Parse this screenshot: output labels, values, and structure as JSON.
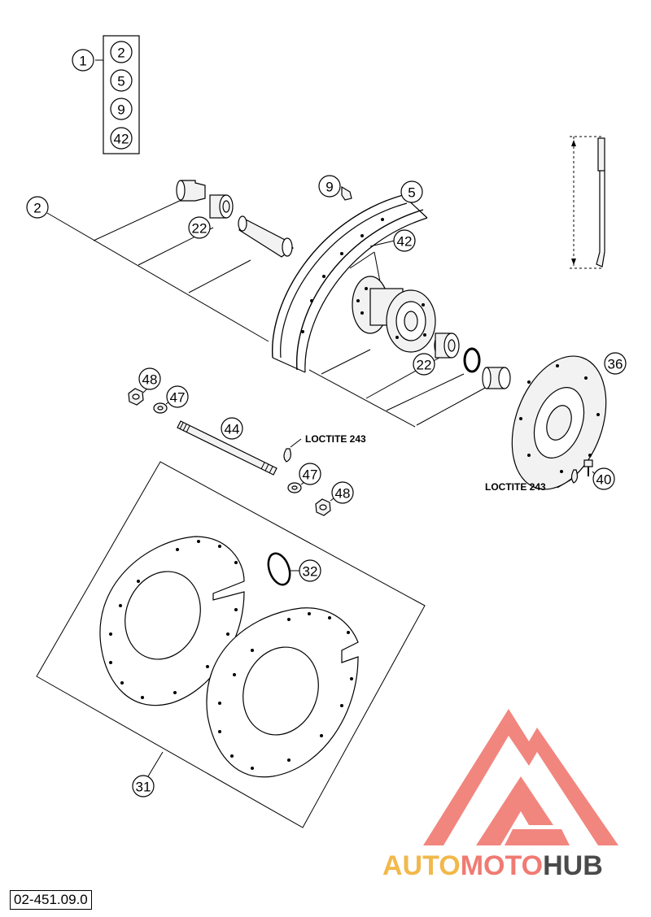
{
  "kit": {
    "label": "1",
    "contents": [
      "2",
      "5",
      "9",
      "42"
    ]
  },
  "callouts": {
    "c2": "2",
    "c9": "9",
    "c5": "5",
    "c22a": "22",
    "c42": "42",
    "c22b": "22",
    "c36": "36",
    "c48a": "48",
    "c47a": "47",
    "c44": "44",
    "c47b": "47",
    "c48b": "48",
    "c40": "40",
    "c32": "32",
    "c31": "31"
  },
  "notes": {
    "loctite_axle": "LOCTITE 243",
    "loctite_disc": "LOCTITE 243"
  },
  "watermark": {
    "part1": "AUTO",
    "part2": "MOTO",
    "part3": "HUB",
    "color_triangle": "#f07a72",
    "color_auto": "#f2b84a",
    "color_moto": "#f07a72",
    "color_hub": "#4a4a4a"
  },
  "doc_number": "02-451.09.0"
}
